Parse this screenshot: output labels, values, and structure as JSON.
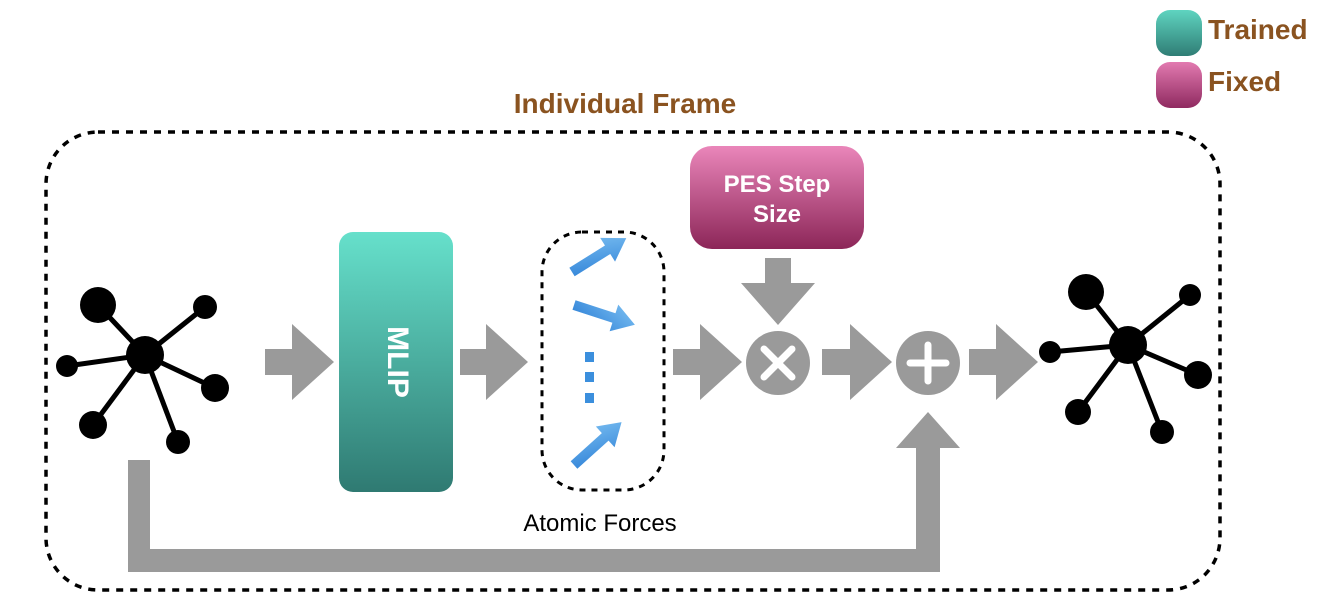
{
  "legend": {
    "trained": {
      "label": "Trained",
      "color": "#3f9e90"
    },
    "fixed": {
      "label": "Fixed",
      "color": "#b84c82"
    }
  },
  "frame": {
    "title": "Individual Frame"
  },
  "nodes": {
    "mlip": {
      "label": "MLIP"
    },
    "pes_step_size": {
      "label_line1": "PES Step",
      "label_line2": "Size"
    },
    "forces": {
      "label": "Atomic Forces"
    },
    "multiply": {
      "symbol": "multiply-icon"
    },
    "add": {
      "symbol": "plus-icon"
    }
  },
  "colors": {
    "title_brown": "#8a5320",
    "arrow_gray": "#9a9a9a",
    "force_blue": "#3b8fdd"
  }
}
